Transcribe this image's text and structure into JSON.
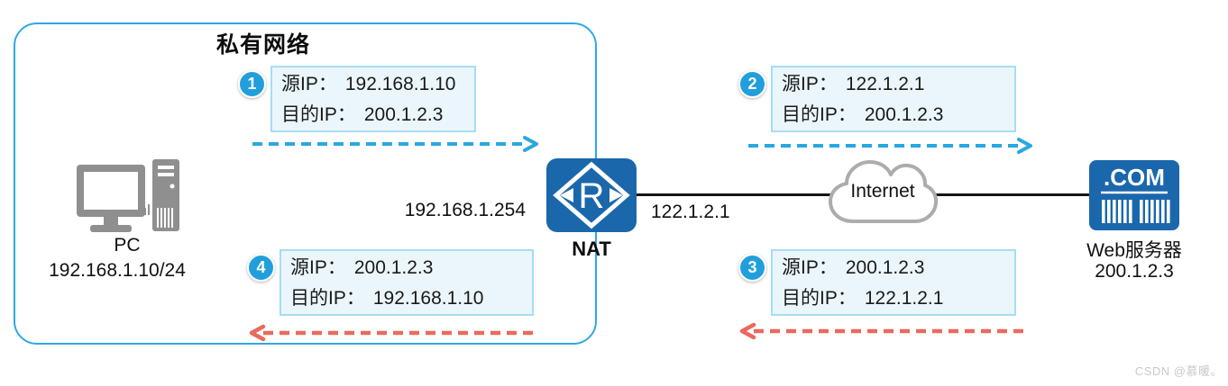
{
  "app": {
    "watermark": "CSDN @慕暖。"
  },
  "colors": {
    "boundary_cyan": "#2FA9E2",
    "arrow_blue": "#2AA7E1",
    "arrow_red": "#E96A5E",
    "node_blue": "#1B67AC",
    "packet_bg": "#EBF6FC",
    "packet_border": "#A6DDF4",
    "badge_blue": "#219FDC",
    "icon_gray": "#8F8F8F"
  },
  "private_network": {
    "title": "私有网络"
  },
  "nodes": {
    "pc": {
      "label": "PC",
      "ip": "192.168.1.10/24"
    },
    "router": {
      "letter": "R",
      "label": "NAT",
      "lan_ip": "192.168.1.254",
      "wan_ip": "122.1.2.1"
    },
    "internet": {
      "label": "Internet"
    },
    "web_server": {
      "icon_text": ".COM",
      "label": "Web服务器",
      "ip": "200.1.2.3"
    }
  },
  "packets": [
    {
      "step": "1",
      "direction": "right",
      "lines": [
        {
          "label": "源IP：",
          "value": "192.168.1.10"
        },
        {
          "label": "目的IP：",
          "value": "200.1.2.3"
        }
      ]
    },
    {
      "step": "2",
      "direction": "right",
      "lines": [
        {
          "label": "源IP：",
          "value": "122.1.2.1"
        },
        {
          "label": "目的IP：",
          "value": "200.1.2.3"
        }
      ]
    },
    {
      "step": "3",
      "direction": "left",
      "lines": [
        {
          "label": "源IP：",
          "value": "200.1.2.3"
        },
        {
          "label": "目的IP：",
          "value": "122.1.2.1"
        }
      ]
    },
    {
      "step": "4",
      "direction": "left",
      "lines": [
        {
          "label": "源IP：",
          "value": "200.1.2.3"
        },
        {
          "label": "目的IP：",
          "value": "192.168.1.10"
        }
      ]
    }
  ]
}
